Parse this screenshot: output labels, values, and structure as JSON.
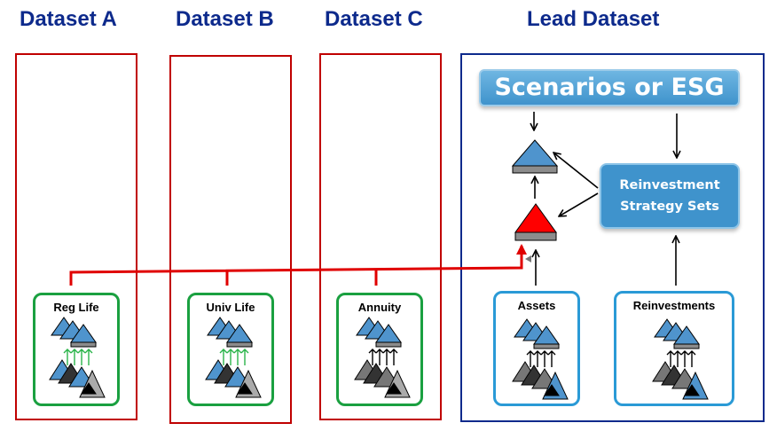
{
  "headers": {
    "dataset_a": "Dataset A",
    "dataset_b": "Dataset B",
    "dataset_c": "Dataset C",
    "lead": "Lead Dataset"
  },
  "cards": {
    "reg_life": "Reg Life",
    "univ_life": "Univ Life",
    "annuity": "Annuity",
    "assets": "Assets",
    "reinvestments": "Reinvestments"
  },
  "lead": {
    "scenarios_label": "Scenarios or ESG",
    "strategy_line1": "Reinvestment",
    "strategy_line2": "Strategy Sets"
  },
  "colors": {
    "header_blue": "#0d2a8c",
    "panel_red": "#c00000",
    "card_green": "#1aa040",
    "card_blue": "#2a9ad6",
    "triangle_blue": "#4f94cd",
    "triangle_red": "#ff0000",
    "connector_red": "#e00000"
  }
}
